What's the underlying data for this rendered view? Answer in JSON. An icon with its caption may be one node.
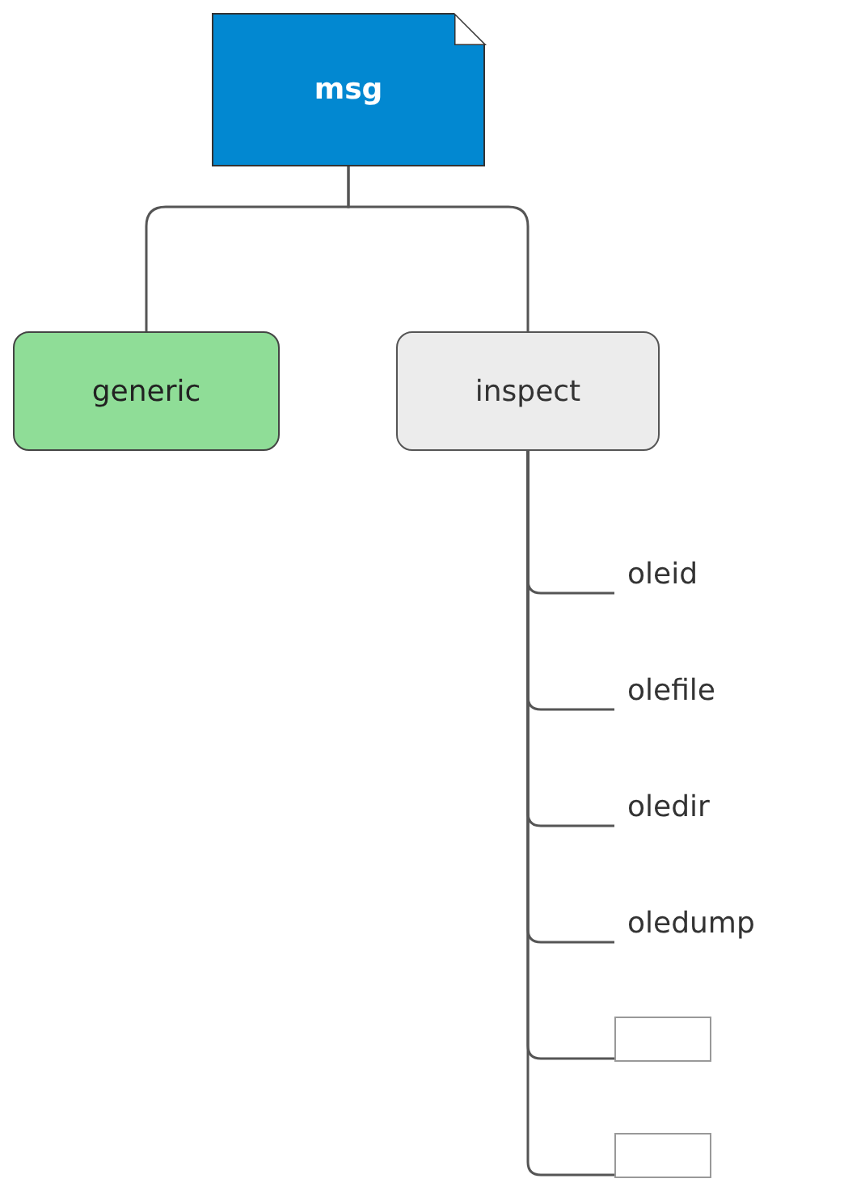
{
  "diagram": {
    "nodes": [
      {
        "text": [
          "msg"
        ]
      },
      {
        "text": [
          "generic"
        ]
      },
      {
        "text": [
          "inspect"
        ]
      },
      {
        "text": [
          "oleid"
        ]
      },
      {
        "text": [
          "olefile"
        ]
      },
      {
        "text": [
          "oledir"
        ]
      },
      {
        "text": [
          "oledump"
        ]
      },
      {
        "text": [],
        "shape": "box"
      },
      {
        "text": [],
        "shape": "box"
      }
    ],
    "edges": [
      {
        "from": 0,
        "to": 1,
        "arrow": "none"
      },
      {
        "from": 0,
        "to": 2,
        "arrow": "none"
      },
      {
        "from": 2,
        "to": 3,
        "arrow": "none"
      },
      {
        "from": 2,
        "to": 4,
        "arrow": "none"
      },
      {
        "from": 2,
        "to": 5,
        "arrow": "none"
      },
      {
        "from": 2,
        "to": 6,
        "arrow": "none"
      },
      {
        "from": 2,
        "to": 7,
        "arrow": "none"
      },
      {
        "from": 2,
        "to": 8,
        "arrow": "none"
      }
    ]
  }
}
